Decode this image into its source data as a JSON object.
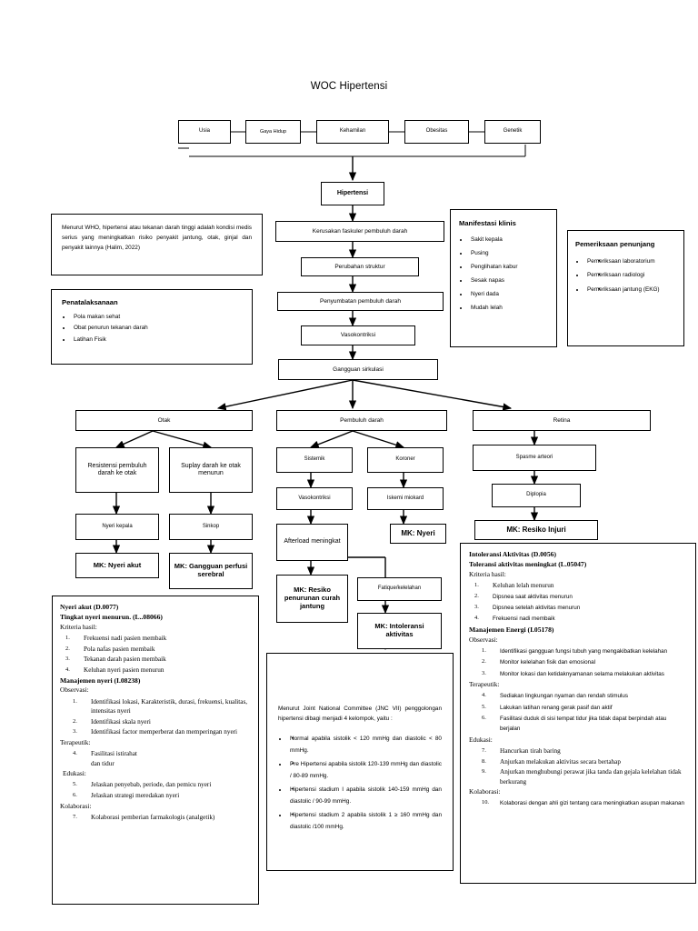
{
  "title": "WOC Hipertensi",
  "risk_factors": [
    {
      "label": "Usia"
    },
    {
      "label": "Gaya Hidup"
    },
    {
      "label": "Kehamilan"
    },
    {
      "label": "Obesitas"
    },
    {
      "label": "Genetik"
    }
  ],
  "main_chain": [
    {
      "label": "Hipertensi"
    },
    {
      "label": "Kerusakan faskuler pembuluh darah"
    },
    {
      "label": "Perubahan struktur"
    },
    {
      "label": "Penyumbatan pembuluh darah"
    },
    {
      "label": "Vasokontriksi"
    },
    {
      "label": "Gangguan sirkulasi"
    }
  ],
  "who_note": {
    "text": "Menurut WHO, hipertensi atau tekanan darah tinggi adalah kondisi medis serius yang meningkatkan risiko penyakit jantung, otak, ginjal dan penyakit lainnya (Halim, 2022)"
  },
  "penatalaksanaan": {
    "title": "Penatalaksanaan",
    "items": [
      "Pola makan sehat",
      "Obat penurun tekanan darah",
      "Latihan Fisik"
    ]
  },
  "manifestasi": {
    "title": "Manifestasi klinis",
    "items": [
      "Sakit kepala",
      "Pusing",
      "Penglihatan kabur",
      "Sesak napas",
      "Nyeri dada",
      "Mudah lelah"
    ]
  },
  "penunjang": {
    "title": "Pemeriksaan penunjang",
    "items": [
      "Pemeriksaan laboratorium",
      "Pemeriksaan radiologi",
      "Pemeriksaan  jantung (EKG)"
    ]
  },
  "branches": {
    "otak": {
      "head": "Otak",
      "left": {
        "node": "Resistensi pembuluh darah ke otak",
        "symptom": "Nyeri kepala",
        "mk": "MK: Nyeri akut"
      },
      "right": {
        "node": "Suplay darah ke otak menurun",
        "symptom": "Sinkop",
        "mk": "MK: Gangguan perfusi serebral"
      }
    },
    "pembuluh": {
      "head": "Pembuluh darah",
      "sistemik": {
        "node": "Sistemik",
        "step2": "Vasokontriksi",
        "step3": "Afterload meningkat",
        "mk": "MK: Resiko penurunan curah jantung"
      },
      "koroner": {
        "node": "Koroner",
        "step2": "Iskemi miokard",
        "mk": "MK: Nyeri"
      },
      "fatique": {
        "node": "Fatique/kelelahan",
        "mk": "MK: Intoleransi aktivitas"
      }
    },
    "retina": {
      "head": "Retina",
      "step2": "Spasme arteori",
      "step3": "Diplopia",
      "mk": "MK: Resiko Injuri"
    }
  },
  "nyeri_akut": {
    "diagnosis": "Nyeri akut (D.0077)",
    "outcome": "Tingkat nyeri menurun. (L..08066)",
    "criteria_label": "Kriteria hasil:",
    "criteria": [
      "Frekuensi nadi pasien membaik",
      "Pola nafas pasien membaik",
      "Tekanan darah pasien membaik",
      "Keluhan nyeri pasien menurun"
    ],
    "intervention": "Manajemen nyeri (I.08238)",
    "sections": [
      {
        "label": "Observasi:",
        "items": [
          {
            "n": "1.",
            "text": "Identifikasi lokasi, Karakteristik, durasi, frekuensi, kualitas, intensitas nyeri"
          },
          {
            "n": "2.",
            "text": "Identifikasi skala nyeri"
          },
          {
            "n": "3.",
            "text": "Identifikasi factor memperberat dan memperingan nyeri"
          }
        ]
      },
      {
        "label": "Terapeutik:",
        "items": [
          {
            "n": "4.",
            "text": "Fasilitasi istirahat dan tidur"
          }
        ]
      },
      {
        "label": "Edukasi:",
        "items": [
          {
            "n": "5.",
            "text": "Jelaskan penyebab, periode, dan pemicu nyeri"
          },
          {
            "n": "6.",
            "text": "Jelaskan strategi meredakan nyeri"
          }
        ]
      },
      {
        "label": "Kolaborasi:",
        "items": [
          {
            "n": "7.",
            "text": "Kolaborasi pemberian farmakologis (analgetik)"
          }
        ]
      }
    ]
  },
  "jnc": {
    "intro": "Menurut Joint National Committee (JNC VII) penggolongan hipertensi dibagi menjadi 4 kelompok, yaitu :",
    "items": [
      "Normal apabila sistolik < 120 mmHg dan diastolic < 80 mmHg.",
      "Pre Hipertensi apabila sistolik 120-139 mmHg dan diastolic / 80-89 mmHg.",
      "Hipertensi stadium I apabila sistolik 140-159 mmHg dan diastolic / 90-99 mmHg.",
      "Hipertensi stadium 2 apabila sistolik 1 ≥ 160 mmHg dan diastolic /100 mmHg."
    ]
  },
  "intoleransi": {
    "diagnosis": "Intoleransi Aktivitas (D.0056)",
    "outcome": "Toleransi aktivitas meningkat (L.05047)",
    "criteria_label": "Kriteria hasil:",
    "criteria": [
      "Keluhan lelah menurun",
      "Dipsnea saat aktivitas menurun",
      "Dipsnea setelah aktivitas menurun",
      "Frekuensi nadi membaik"
    ],
    "intervention": "Manajemen Energi (I.05178)",
    "sections": [
      {
        "label": "Observasi:",
        "items": [
          {
            "n": "1.",
            "text": "Identifikasi gangguan fungsi tubuh yang mengakibatkan kelelahan"
          },
          {
            "n": "2.",
            "text": "Monitor kelelahan fisik dan emosional"
          },
          {
            "n": "3.",
            "text": "Monitor lokasi dan ketidaknyamanan selama melakukan aktivitas"
          }
        ]
      },
      {
        "label": "Terapeutik:",
        "items": [
          {
            "n": "4.",
            "text": "Sediakan lingkungan nyaman dan rendah stimulus"
          },
          {
            "n": "5.",
            "text": "Lakukan latihan renang gerak pasif dan aktif"
          },
          {
            "n": "6.",
            "text": "Fasilitasi duduk di sisi tempat tidur jika tidak dapat berpindah atau berjalan"
          }
        ]
      },
      {
        "label": "Edukasi:",
        "items": [
          {
            "n": "7.",
            "text": "Hancurkan tirah baring"
          },
          {
            "n": "8.",
            "text": "Anjurkan melakukan aktivitas secara bertahap"
          },
          {
            "n": "9.",
            "text": "Anjurkan menghubungi perawat jika tanda dan gejala kelelahan tidak berkurang"
          }
        ]
      },
      {
        "label": "Kolaborasi:",
        "items": [
          {
            "n": "10.",
            "text": "Kolaborasi dengan ahli gizi tentang cara meningkatkan asupan makanan"
          }
        ]
      }
    ]
  },
  "colors": {
    "ink": "#000000",
    "paper": "#ffffff"
  }
}
